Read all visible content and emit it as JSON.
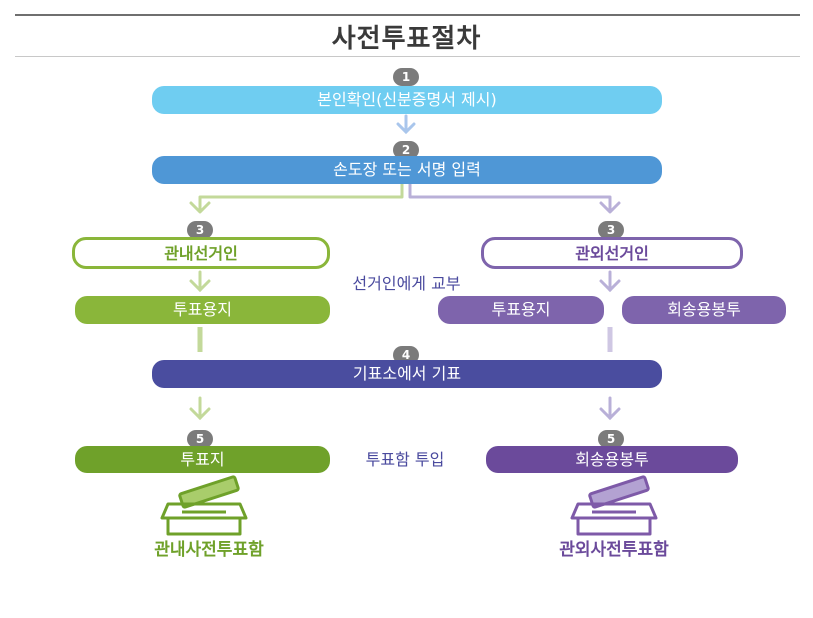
{
  "title": "사전투표절차",
  "steps": {
    "s1": {
      "num": "1",
      "label": "본인확인(신분증명서 제시)"
    },
    "s2": {
      "num": "2",
      "label": "손도장 또는 서명 입력"
    },
    "s3_left": {
      "num": "3",
      "label": "관내선거인"
    },
    "s3_right": {
      "num": "3",
      "label": "관외선거인"
    },
    "s4": {
      "num": "4",
      "label": "기표소에서 기표"
    },
    "s5_left": {
      "num": "5",
      "label": "투표지"
    },
    "s5_right": {
      "num": "5",
      "label": "회송용봉투"
    }
  },
  "issue_text": "선거인에게 교부",
  "ballot_left": "투표용지",
  "ballot_right": "투표용지",
  "envelope_right": "회송용봉투",
  "cast_text": "투표함 투입",
  "box_left_label": "관내사전투표함",
  "box_right_label": "관외사전투표함",
  "colors": {
    "light_blue": "#6fcdf1",
    "mid_blue": "#4f97d6",
    "navy": "#4a4d9f",
    "green": "#8ab63a",
    "green_dark": "#6fa12a",
    "purple": "#7e64ac",
    "purple_dark": "#6b4a9b"
  }
}
